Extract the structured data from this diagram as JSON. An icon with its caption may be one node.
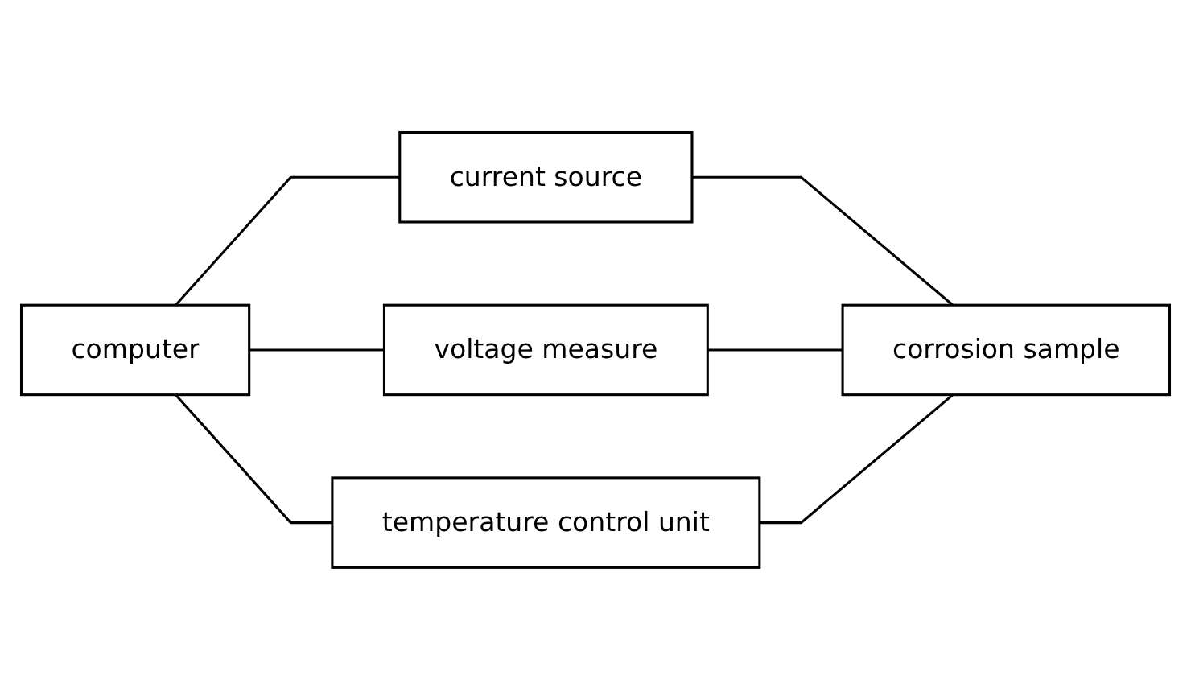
{
  "diagram": {
    "nodes": [
      {
        "text": [
          "computer"
        ]
      },
      {
        "text": [
          "current source"
        ]
      },
      {
        "text": [
          "voltage measure"
        ]
      },
      {
        "text": [
          "temperature control unit"
        ]
      },
      {
        "text": [
          "corrosion sample"
        ]
      }
    ],
    "edges": [
      {
        "from": 0,
        "to": 1,
        "arrow": "none"
      },
      {
        "from": 0,
        "to": 2,
        "arrow": "none"
      },
      {
        "from": 0,
        "to": 3,
        "arrow": "none"
      },
      {
        "from": 1,
        "to": 4,
        "arrow": "none"
      },
      {
        "from": 2,
        "to": 4,
        "arrow": "none"
      },
      {
        "from": 3,
        "to": 4,
        "arrow": "none"
      }
    ]
  }
}
